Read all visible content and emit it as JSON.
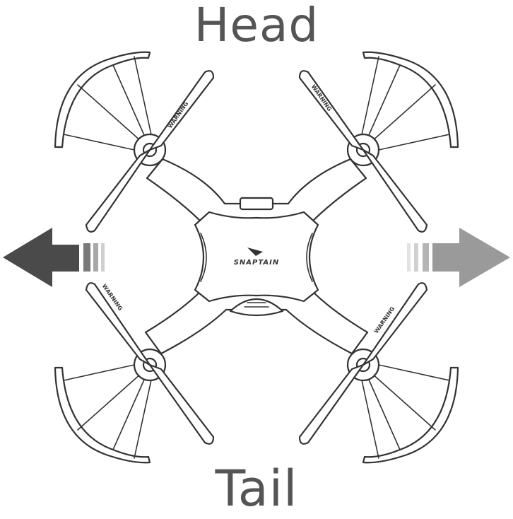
{
  "labels": {
    "head": "Head",
    "tail": "Tail",
    "brand": "SNAPTAIN",
    "propeller_warning": "WARNING"
  },
  "colors": {
    "outline": "#333333",
    "text": "#555555",
    "left_arrow": "#4a4a4a",
    "right_arrow": "#9a9a9a"
  },
  "icons": {
    "left": "arrow-left-icon",
    "right": "arrow-right-icon",
    "logo": "snaptain-logo-icon"
  }
}
